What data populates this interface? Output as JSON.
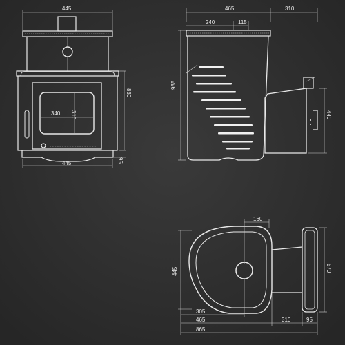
{
  "dimensions": {
    "front_top_width": "445",
    "front_height": "830",
    "front_glass_width": "340",
    "front_glass_height": "310",
    "front_base_width": "445",
    "front_foot": "95",
    "side_depth": "465",
    "side_tank_ext": "310",
    "side_lid_240": "240",
    "side_lid_115": "115",
    "side_height": "935",
    "side_tank_height": "440",
    "top_160": "160",
    "top_width": "445",
    "top_depth": "570",
    "top_305": "305",
    "top_465": "465",
    "top_310": "310",
    "top_95": "95",
    "top_total": "865"
  },
  "colors": {
    "background": "#2e2e2e",
    "line": "#e8e8e8"
  }
}
